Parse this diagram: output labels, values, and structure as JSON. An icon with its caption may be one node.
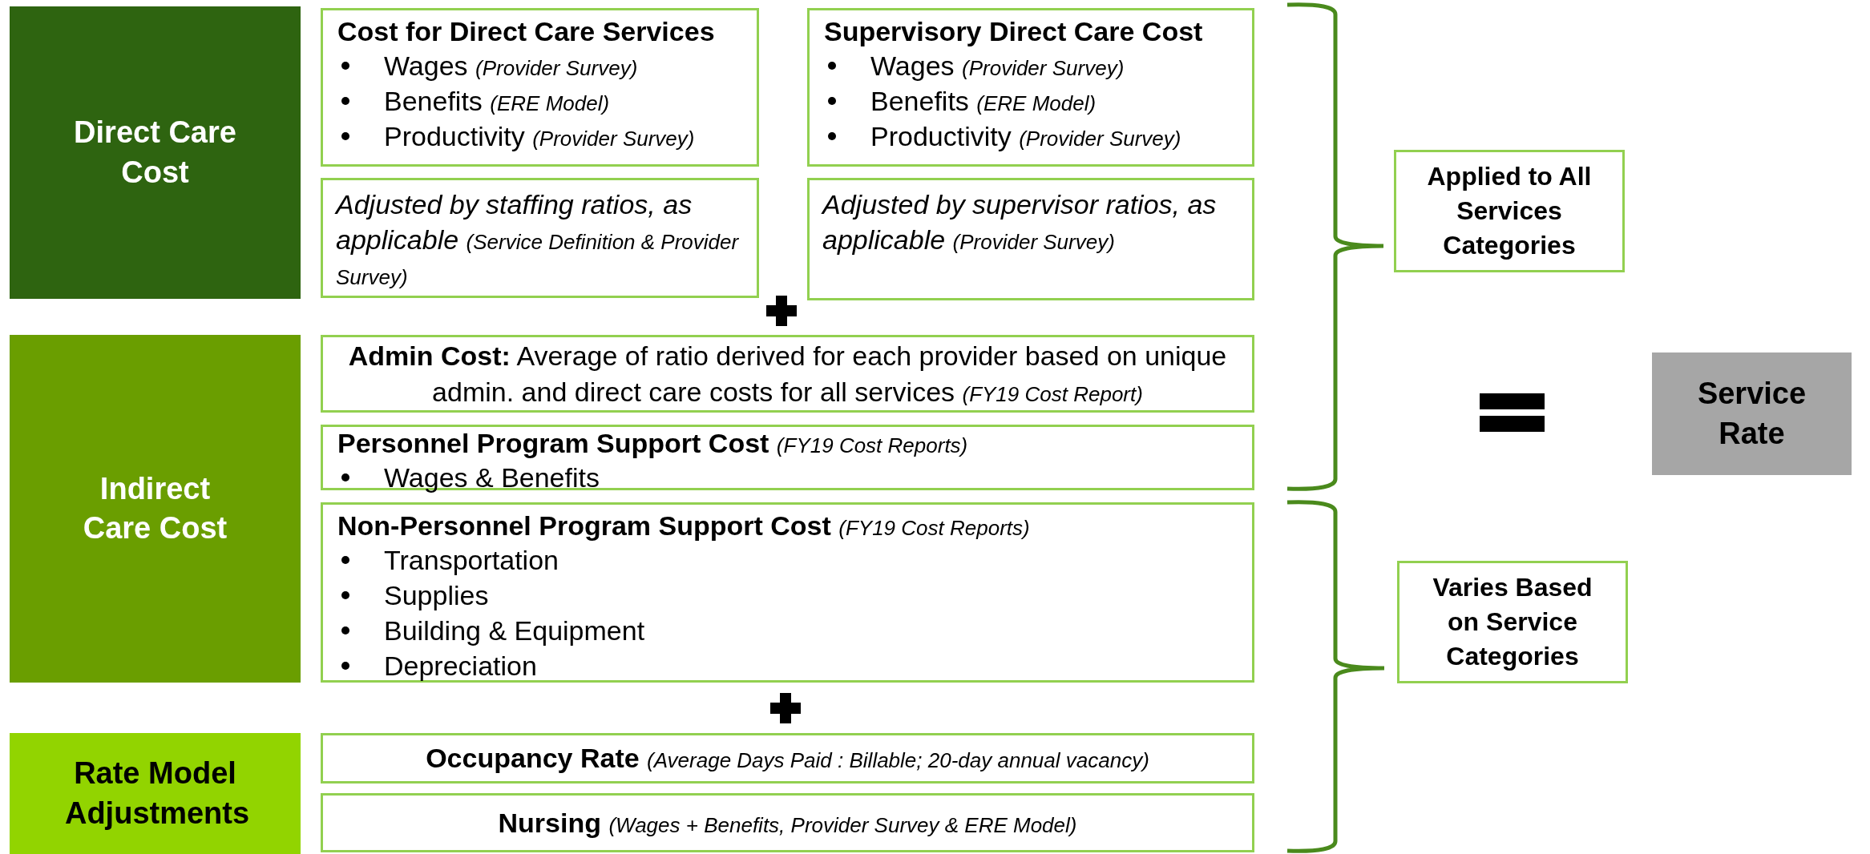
{
  "diagram": {
    "nodes": [
      {
        "text": [
          "Direct Care Cost"
        ]
      },
      {
        "text": [
          "Cost for Direct Care Services",
          "Wages *(Provider Survey)*",
          "Benefits *(ERE Model)*",
          "Productivity *(Provider Survey)*"
        ]
      },
      {
        "text": [
          "Adjusted by staffing ratios, as applicable",
          "(Service Definition & Provider Survey)"
        ]
      },
      {
        "text": [
          "Supervisory Direct Care Cost",
          "Wages *(Provider Survey)*",
          "Benefits *(ERE Model)*",
          "Productivity *(Provider Survey)*"
        ]
      },
      {
        "text": [
          "Adjusted by supervisor ratios, as applicable",
          "(Provider Survey)"
        ]
      },
      {
        "text": [
          "Indirect Care Cost"
        ]
      },
      {
        "text": [
          "**Admin Cost:** Average of ratio derived for each provider based on unique admin. and direct care costs for all services *(FY19 Cost Report)*"
        ]
      },
      {
        "text": [
          "Personnel Program Support Cost *(FY19 Cost Reports)*",
          "Wages & Benefits"
        ]
      },
      {
        "text": [
          "Non-Personnel Program Support Cost *(FY19 Cost Reports)*",
          "Transportation",
          "Supplies",
          "Building & Equipment",
          "Depreciation"
        ]
      },
      {
        "text": [
          "Rate Model Adjustments"
        ]
      },
      {
        "text": [
          "Occupancy Rate *(Average Days Paid : Billable; 20-day annual vacancy)*"
        ]
      },
      {
        "text": [
          "Nursing *(Wages + Benefits, Provider Survey & ERE Model)*"
        ]
      },
      {
        "text": [
          "Applied to All Services Categories"
        ]
      },
      {
        "text": [
          "Varies Based on Service Categories"
        ]
      },
      {
        "text": [
          "Service Rate"
        ]
      }
    ],
    "edges": []
  }
}
